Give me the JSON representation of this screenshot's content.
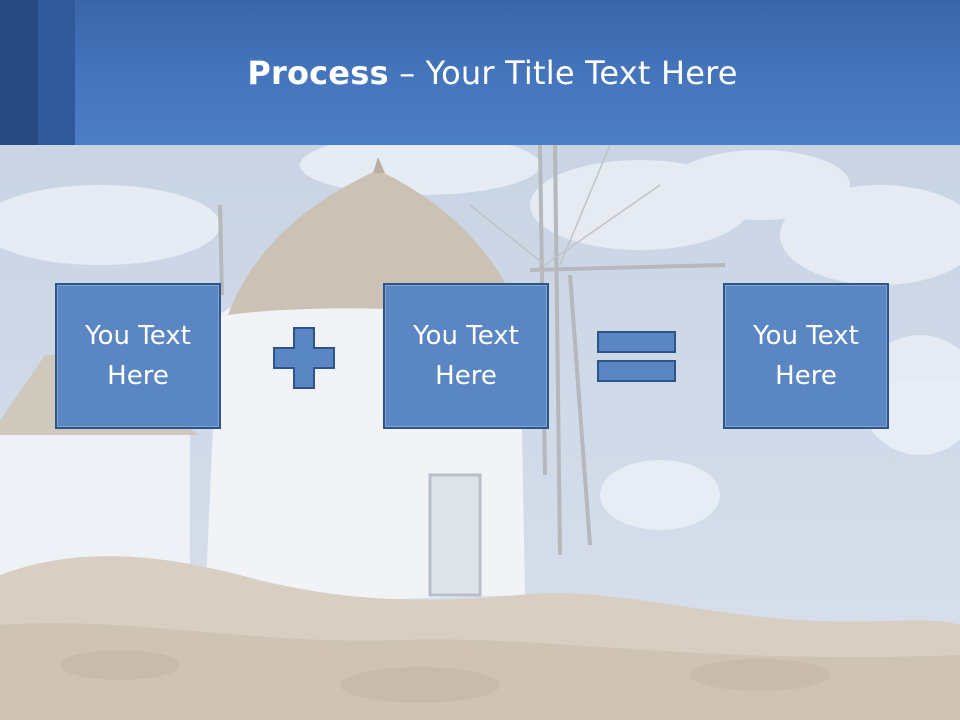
{
  "title": {
    "bold": "Process",
    "dash": "–",
    "rest": "Your Title Text Here"
  },
  "boxes": [
    {
      "label": "You Text\nHere"
    },
    {
      "label": "You Text\nHere"
    },
    {
      "label": "You Text\nHere"
    }
  ],
  "operators": [
    "plus-icon",
    "equals-icon"
  ],
  "colors": {
    "header": "#4576bd",
    "box_fill": "#5a86c4",
    "box_border": "#2d5589"
  }
}
